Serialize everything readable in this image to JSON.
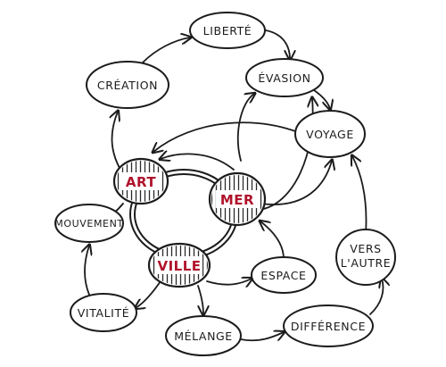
{
  "diagram": {
    "hubs": {
      "art": "ART",
      "mer": "MER",
      "ville": "VILLE"
    },
    "nodes": {
      "liberte": "LIBERTÉ",
      "creation": "CRÉATION",
      "evasion": "ÉVASION",
      "voyage": "VOYAGE",
      "mouvement": "MOUVEMENT",
      "vers_l_autre_1": "VERS",
      "vers_l_autre_2": "L'AUTRE",
      "espace": "ESPACE",
      "vitalite": "VITALITÉ",
      "melange": "MÉLANGE",
      "difference": "DIFFÉRENCE"
    },
    "colors": {
      "ink": "#1b1b1b",
      "hub_text": "#b0122b",
      "background": "#ffffff"
    }
  }
}
